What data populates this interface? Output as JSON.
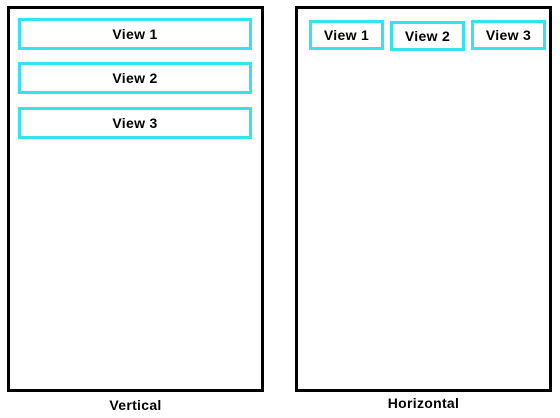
{
  "colors": {
    "frame_border": "#000000",
    "view_border": "#33e3ee",
    "background": "#ffffff"
  },
  "panels": {
    "vertical": {
      "caption": "Vertical",
      "views": [
        "View 1",
        "View 2",
        "View 3"
      ]
    },
    "horizontal": {
      "caption": "Horizontal",
      "views": [
        "View 1",
        "View 2",
        "View 3"
      ]
    }
  }
}
